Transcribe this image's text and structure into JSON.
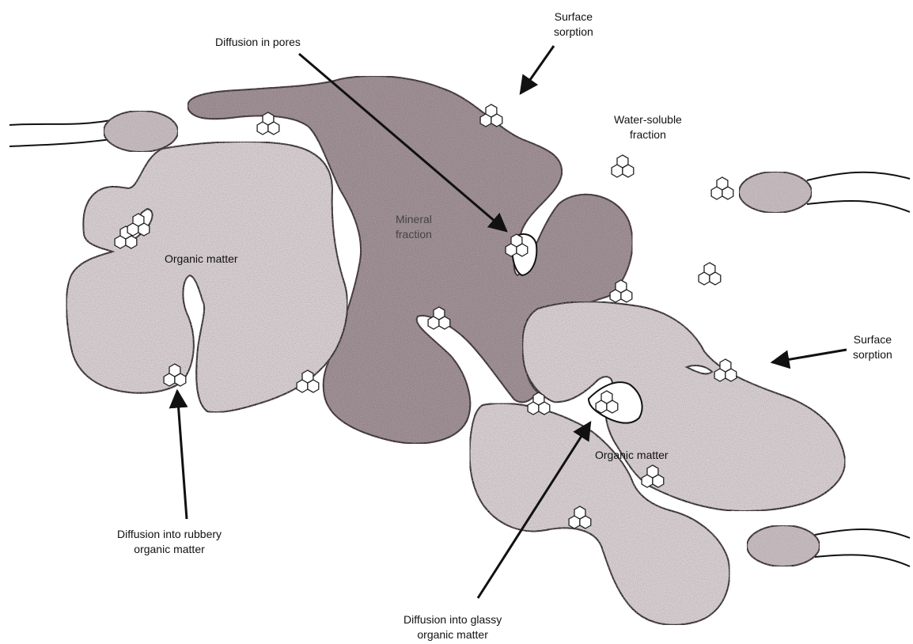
{
  "diagram": {
    "labels": {
      "diffusion_in_pores": "Diffusion in pores",
      "surface_sorption_top": [
        "Surface",
        "sorption"
      ],
      "water_soluble_fraction": [
        "Water-soluble",
        "fraction"
      ],
      "mineral_fraction": [
        "Mineral",
        "fraction"
      ],
      "organic_matter_left": "Organic matter",
      "organic_matter_right": "Organic matter",
      "surface_sorption_right": [
        "Surface",
        "sorption"
      ],
      "diffusion_rubbery": [
        "Diffusion into rubbery",
        "organic matter"
      ],
      "diffusion_glassy": [
        "Diffusion into glassy",
        "organic matter"
      ]
    },
    "colors": {
      "organic_fill": "#d9d2d4",
      "mineral_fill": "#a89a9e",
      "outline": "#111111",
      "hydrocarbon_outline": "#222222"
    },
    "legend_icon": "hexagon-pah-icon"
  }
}
